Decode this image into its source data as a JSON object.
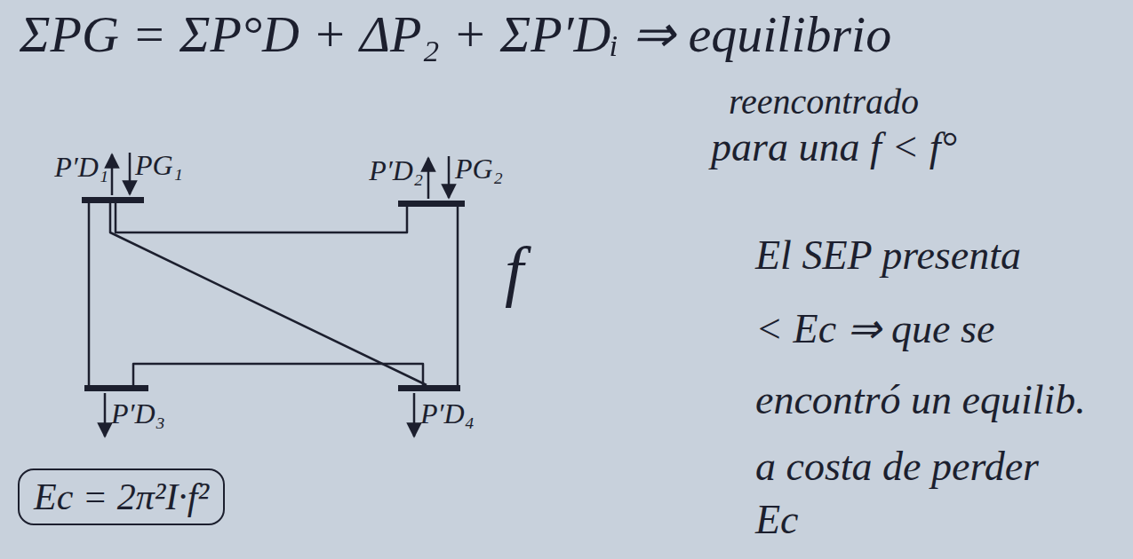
{
  "diagram": {
    "nodes": [
      {
        "text": [
          "P′D₁",
          "PG₁"
        ]
      },
      {
        "text": [
          "P′D₂",
          "PG₂"
        ]
      },
      {
        "text": [
          "P′D₃"
        ]
      },
      {
        "text": [
          "P′D₄"
        ]
      },
      {
        "text": [
          "Ec = 2π²I·f²"
        ]
      }
    ],
    "edges": [
      {
        "from": 0,
        "to": 1,
        "arrow": "none"
      },
      {
        "from": 0,
        "to": 3,
        "arrow": "none"
      },
      {
        "from": 0,
        "to": 2,
        "arrow": "none"
      },
      {
        "from": 2,
        "to": 3,
        "arrow": "none"
      },
      {
        "from": 1,
        "to": 3,
        "arrow": "none"
      }
    ],
    "labels": [
      "ΣPG = ΣP°D + ΔP₂ + ΣP′Dᵢ ⇒ equilibrio",
      "reencontrado",
      "para una f < f°",
      "f",
      "El SEP presenta",
      "< Ec ⇒ que se",
      "encontró un equilib.",
      "a costa de perder",
      "Ec"
    ]
  }
}
